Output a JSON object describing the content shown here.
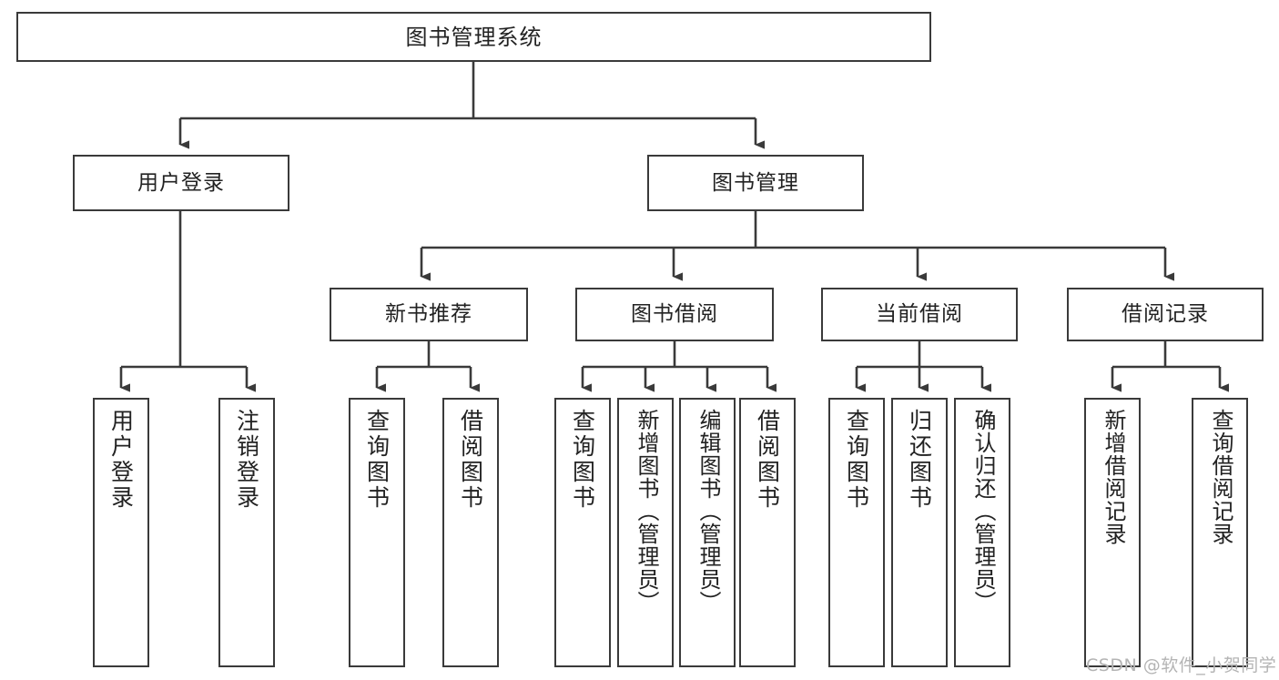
{
  "diagram": {
    "type": "tree-hierarchy-chart",
    "title": "图书管理系统",
    "watermark": "CSDN @软件_小贺同学",
    "colors": {
      "border": "#3a3a3a",
      "fill": "#ffffff",
      "text": "#222222",
      "watermark": "#b4b4b4",
      "connector": "#3a3a3a"
    },
    "nodes": {
      "root": {
        "label": "图书管理系统",
        "level": 1,
        "orientation": "horizontal"
      },
      "user_login": {
        "label": "用户登录",
        "level": 2,
        "orientation": "horizontal"
      },
      "book_manage": {
        "label": "图书管理",
        "level": 2,
        "orientation": "horizontal"
      },
      "new_book_rec": {
        "label": "新书推荐",
        "level": 3,
        "orientation": "horizontal"
      },
      "book_borrow": {
        "label": "图书借阅",
        "level": 3,
        "orientation": "horizontal"
      },
      "current_borrow": {
        "label": "当前借阅",
        "level": 3,
        "orientation": "horizontal"
      },
      "borrow_record": {
        "label": "借阅记录",
        "level": 3,
        "orientation": "horizontal"
      },
      "leaf_user_login": {
        "label": "用户登录",
        "level": 4,
        "orientation": "vertical"
      },
      "leaf_logout": {
        "label": "注销登录",
        "level": 4,
        "orientation": "vertical"
      },
      "leaf_rec_query": {
        "label": "查询图书",
        "level": 4,
        "orientation": "vertical"
      },
      "leaf_rec_borrow": {
        "label": "借阅图书",
        "level": 4,
        "orientation": "vertical"
      },
      "leaf_borrow_query": {
        "label": "查询图书",
        "level": 4,
        "orientation": "vertical"
      },
      "leaf_add_book": {
        "label": "新增图书（管理员）",
        "level": 4,
        "orientation": "vertical"
      },
      "leaf_edit_book": {
        "label": "编辑图书（管理员）",
        "level": 4,
        "orientation": "vertical"
      },
      "leaf_borrow_book": {
        "label": "借阅图书",
        "level": 4,
        "orientation": "vertical"
      },
      "leaf_cur_query": {
        "label": "查询图书",
        "level": 4,
        "orientation": "vertical"
      },
      "leaf_return_book": {
        "label": "归还图书",
        "level": 4,
        "orientation": "vertical"
      },
      "leaf_confirm_return": {
        "label": "确认归还（管理员）",
        "level": 4,
        "orientation": "vertical"
      },
      "leaf_add_record": {
        "label": "新增借阅记录",
        "level": 4,
        "orientation": "vertical"
      },
      "leaf_query_record": {
        "label": "查询借阅记录",
        "level": 4,
        "orientation": "vertical"
      }
    },
    "edges": [
      {
        "from": "root",
        "to": "user_login"
      },
      {
        "from": "root",
        "to": "book_manage"
      },
      {
        "from": "user_login",
        "to": "leaf_user_login"
      },
      {
        "from": "user_login",
        "to": "leaf_logout"
      },
      {
        "from": "book_manage",
        "to": "new_book_rec"
      },
      {
        "from": "book_manage",
        "to": "book_borrow"
      },
      {
        "from": "book_manage",
        "to": "current_borrow"
      },
      {
        "from": "book_manage",
        "to": "borrow_record"
      },
      {
        "from": "new_book_rec",
        "to": "leaf_rec_query"
      },
      {
        "from": "new_book_rec",
        "to": "leaf_rec_borrow"
      },
      {
        "from": "book_borrow",
        "to": "leaf_borrow_query"
      },
      {
        "from": "book_borrow",
        "to": "leaf_add_book"
      },
      {
        "from": "book_borrow",
        "to": "leaf_edit_book"
      },
      {
        "from": "book_borrow",
        "to": "leaf_borrow_book"
      },
      {
        "from": "current_borrow",
        "to": "leaf_cur_query"
      },
      {
        "from": "current_borrow",
        "to": "leaf_return_book"
      },
      {
        "from": "current_borrow",
        "to": "leaf_confirm_return"
      },
      {
        "from": "borrow_record",
        "to": "leaf_add_record"
      },
      {
        "from": "borrow_record",
        "to": "leaf_query_record"
      }
    ]
  }
}
